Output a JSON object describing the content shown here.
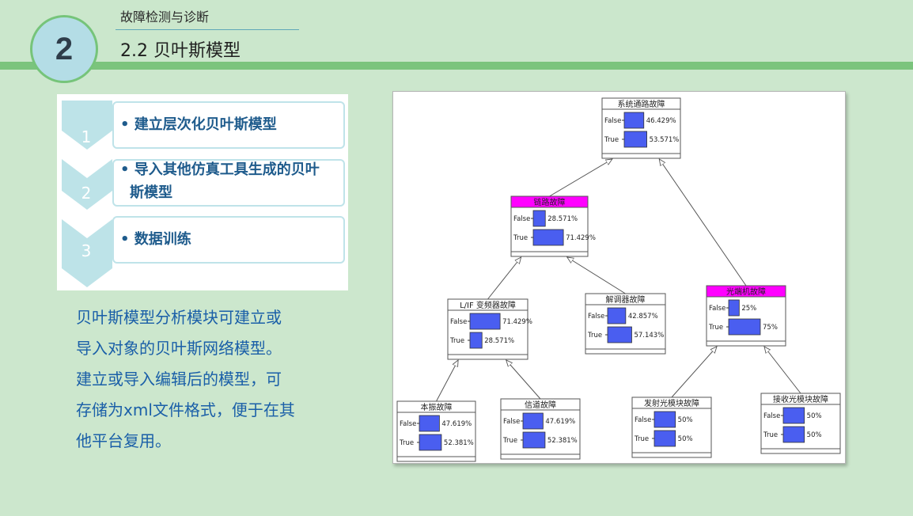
{
  "header": {
    "section_number": "2",
    "subtitle": "故障检测与诊断",
    "title": "2.2 贝叶斯模型"
  },
  "steps": [
    {
      "number": "1",
      "text": "• 建立层次化贝叶斯模型"
    },
    {
      "number": "2",
      "text_line1": "• 导入其他仿真工具生成的贝叶",
      "text_line2": "斯模型"
    },
    {
      "number": "3",
      "text": "• 数据训练"
    }
  ],
  "description": {
    "lines": [
      "贝叶斯模型分析模块可建立或",
      "导入对象的贝叶斯网络模型。",
      "建立或导入编辑后的模型，可",
      "存储为xml文件格式，便于在其",
      "他平台复用。"
    ]
  },
  "network": {
    "nodes": [
      {
        "id": "n0",
        "name": "系统通路故障",
        "highlight": false,
        "false_label": "False",
        "true_label": "True",
        "false_value": 46.429,
        "true_value": 53.571,
        "false_text": "46.429%",
        "true_text": "53.571%"
      },
      {
        "id": "n1",
        "name": "链路故障",
        "highlight": true,
        "false_label": "False",
        "true_label": "True",
        "false_value": 28.571,
        "true_value": 71.429,
        "false_text": "28.571%",
        "true_text": "71.429%"
      },
      {
        "id": "n2",
        "name": "光端机故障",
        "highlight": true,
        "false_label": "False",
        "true_label": "True",
        "false_value": 25,
        "true_value": 75,
        "false_text": "25%",
        "true_text": "75%"
      },
      {
        "id": "n3",
        "name": "L/IF 变频器故障",
        "highlight": false,
        "false_label": "False",
        "true_label": "True",
        "false_value": 71.429,
        "true_value": 28.571,
        "false_text": "71.429%",
        "true_text": "28.571%"
      },
      {
        "id": "n4",
        "name": "解调器故障",
        "highlight": false,
        "false_label": "False",
        "true_label": "True",
        "false_value": 42.857,
        "true_value": 57.143,
        "false_text": "42.857%",
        "true_text": "57.143%"
      },
      {
        "id": "n5",
        "name": "本振故障",
        "highlight": false,
        "false_label": "False",
        "true_label": "True",
        "false_value": 47.619,
        "true_value": 52.381,
        "false_text": "47.619%",
        "true_text": "52.381%"
      },
      {
        "id": "n6",
        "name": "信道故障",
        "highlight": false,
        "false_label": "False",
        "true_label": "True",
        "false_value": 47.619,
        "true_value": 52.381,
        "false_text": "47.619%",
        "true_text": "52.381%"
      },
      {
        "id": "n7",
        "name": "发射光模块故障",
        "highlight": false,
        "false_label": "False",
        "true_label": "True",
        "false_value": 50,
        "true_value": 50,
        "false_text": "50%",
        "true_text": "50%"
      },
      {
        "id": "n8",
        "name": "接收光模块故障",
        "highlight": false,
        "false_label": "False",
        "true_label": "True",
        "false_value": 50,
        "true_value": 50,
        "false_text": "50%",
        "true_text": "50%"
      }
    ],
    "edges": [
      {
        "from": "n1",
        "to": "n0"
      },
      {
        "from": "n2",
        "to": "n0"
      },
      {
        "from": "n3",
        "to": "n1"
      },
      {
        "from": "n4",
        "to": "n1"
      },
      {
        "from": "n5",
        "to": "n3"
      },
      {
        "from": "n6",
        "to": "n3"
      },
      {
        "from": "n7",
        "to": "n2"
      },
      {
        "from": "n8",
        "to": "n2"
      }
    ],
    "colors": {
      "bar": "#4a5ef0",
      "highlight_header": "#ff00ff",
      "edge": "#555555"
    }
  }
}
